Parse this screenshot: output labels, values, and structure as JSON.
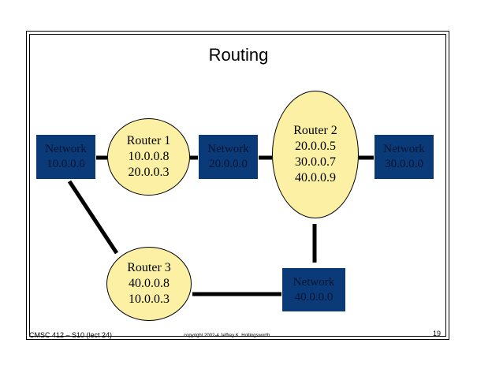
{
  "slide": {
    "title": "Routing",
    "footer_left": "CMSC 412 – S10 (lect 24)",
    "footer_center": "copyright 2002-4 Jeffrey K. Hollingsworth",
    "page_number": "19"
  },
  "networks": [
    {
      "line1": "Network",
      "line2": "10.0.0.0"
    },
    {
      "line1": "Network",
      "line2": "20.0.0.0"
    },
    {
      "line1": "Network",
      "line2": "30.0.0.0"
    },
    {
      "line1": "Network",
      "line2": "40.0.0.0"
    }
  ],
  "routers": [
    {
      "name": "Router 1",
      "addrs": [
        "10.0.0.8",
        "20.0.0.3"
      ]
    },
    {
      "name": "Router 2",
      "addrs": [
        "20.0.0.5",
        "30.0.0.7",
        "40.0.0.9"
      ]
    },
    {
      "name": "Router 3",
      "addrs": [
        "40.0.0.8",
        "10.0.0.3"
      ]
    }
  ],
  "colors": {
    "network_fill": "#0b3a78",
    "router_fill": "#fbf0a4",
    "link": "#000000"
  }
}
